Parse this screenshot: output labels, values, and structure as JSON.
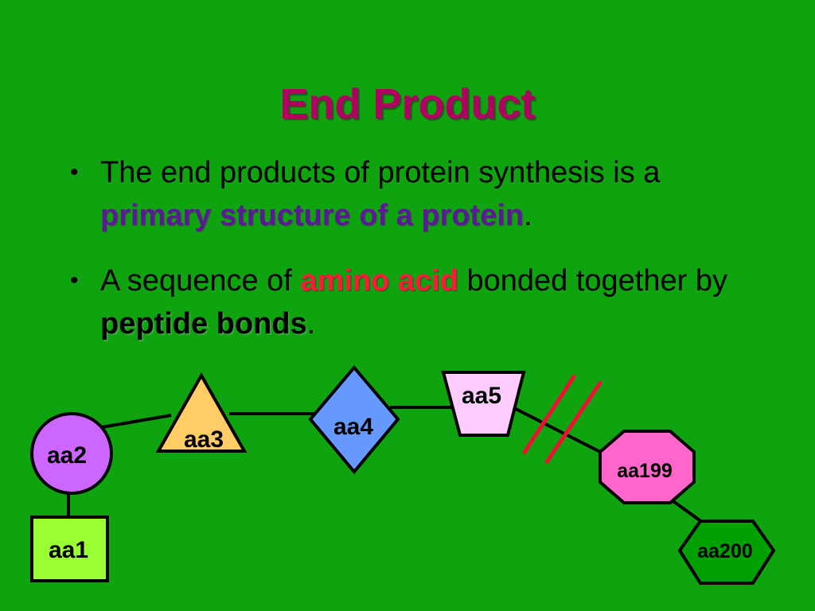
{
  "title": "End Product",
  "bullets": [
    {
      "prefix": "The end products of protein synthesis is a ",
      "emphasis": "primary structure of a protein",
      "suffix": "."
    },
    {
      "prefix": "A sequence of ",
      "emphasis": "amino acid",
      "middle": " bonded together by ",
      "emphasis2": "peptide bonds",
      "suffix": "."
    }
  ],
  "diagram": {
    "nodes": [
      {
        "id": "aa1",
        "label": "aa1",
        "shape": "square",
        "color": "#99ff33"
      },
      {
        "id": "aa2",
        "label": "aa2",
        "shape": "circle",
        "color": "#cc66ff"
      },
      {
        "id": "aa3",
        "label": "aa3",
        "shape": "triangle",
        "color": "#ffcc66"
      },
      {
        "id": "aa4",
        "label": "aa4",
        "shape": "diamond",
        "color": "#6699ff"
      },
      {
        "id": "aa5",
        "label": "aa5",
        "shape": "trapezoid",
        "color": "#ffccff"
      },
      {
        "id": "aa199",
        "label": "aa199",
        "shape": "octagon",
        "color": "#ff66cc"
      },
      {
        "id": "aa200",
        "label": "aa200",
        "shape": "hexagon",
        "color": "#00a000"
      }
    ],
    "break_color": "#ee1133"
  }
}
